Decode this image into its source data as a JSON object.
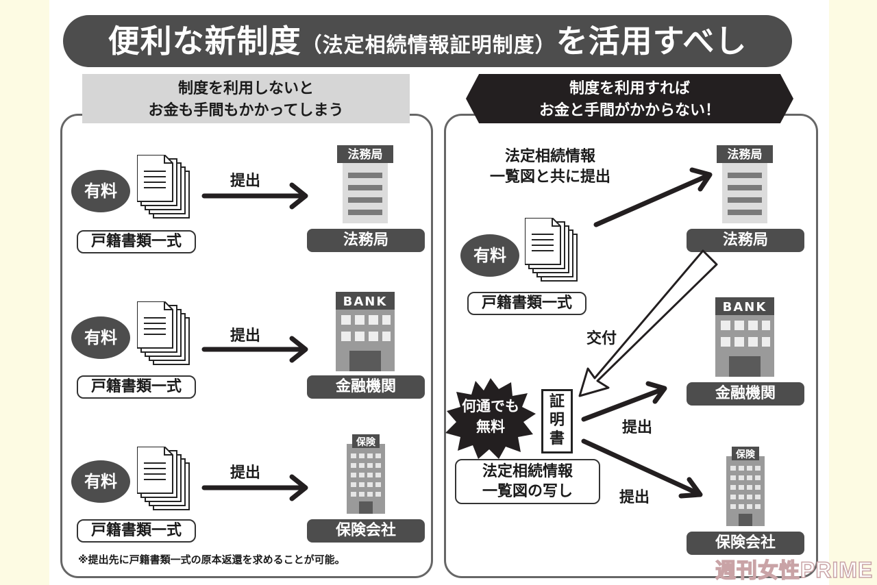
{
  "title": {
    "main_a": "便利な新制度",
    "sub": "（法定相続情報証明制度）",
    "main_b": "を活用すべし"
  },
  "left": {
    "heading": [
      "制度を利用しないと",
      "お金も手間もかかってしまう"
    ],
    "fee_label": "有料",
    "docs_label": "戸籍書類一式",
    "submit_label": "提出",
    "destinations": [
      "法務局",
      "金融機関",
      "保険会社"
    ],
    "footnote": "※提出先に戸籍書類一式の原本返還を求めることが可能。"
  },
  "right": {
    "heading": [
      "制度を利用すれば",
      "お金と手間がかからない！"
    ],
    "submit_note": [
      "法定相続情報",
      "一覧図と共に提出"
    ],
    "fee_label": "有料",
    "docs_label": "戸籍書類一式",
    "issue_label": "交付",
    "free_burst": [
      "何通でも",
      "無料"
    ],
    "cert_label": [
      "証",
      "明",
      "書"
    ],
    "copy_label": [
      "法定相続情報",
      "一覧図の写し"
    ],
    "submit_label": "提出",
    "destinations": [
      "法務局",
      "金融機関",
      "保険会社"
    ]
  },
  "signs": {
    "bureau": "法務局",
    "bank": "BANK",
    "insurance": "保険"
  },
  "logo": {
    "jp": "週刊女性",
    "en": "PRIME"
  }
}
